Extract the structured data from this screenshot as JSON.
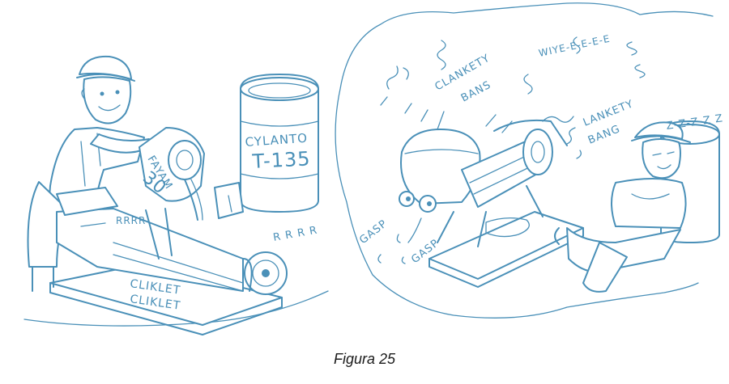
{
  "colors": {
    "ink": "#4a90b8"
  },
  "caption": "Figura 25",
  "left_panel": {
    "oil_can_label_1": "FAYAM",
    "oil_can_label_2": "30",
    "barrel_label_1": "CYLANTO",
    "barrel_label_2": "T-135",
    "sound_rrrr_1": "RRRR",
    "sound_rrrr_2": "R R R R",
    "sound_cliklet_1": "CLIKLET",
    "sound_cliklet_2": "CLIKLET"
  },
  "right_panel": {
    "sound_clankety": "CLANKETY",
    "sound_bans": "BANS",
    "sound_wiye": "WIYE-E-E-E-E",
    "sound_lankety": "LANKETY",
    "sound_bang": "BANG",
    "sound_zzz": "Z-Z-Z-Z Z",
    "sound_gasp_1": "GASP",
    "sound_gasp_2": "GASP"
  }
}
